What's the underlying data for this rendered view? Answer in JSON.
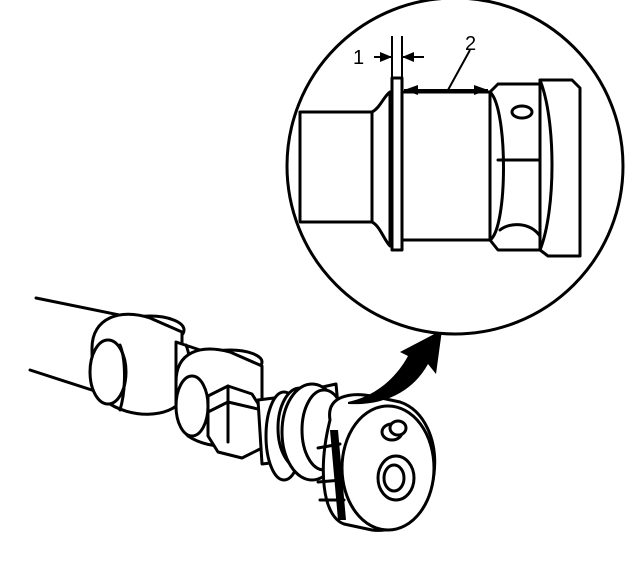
{
  "figure": {
    "callouts": [
      {
        "id": "1",
        "text": "1"
      },
      {
        "id": "2",
        "text": "2"
      }
    ],
    "colors": {
      "ink": "#000000",
      "paper": "#ffffff"
    }
  }
}
